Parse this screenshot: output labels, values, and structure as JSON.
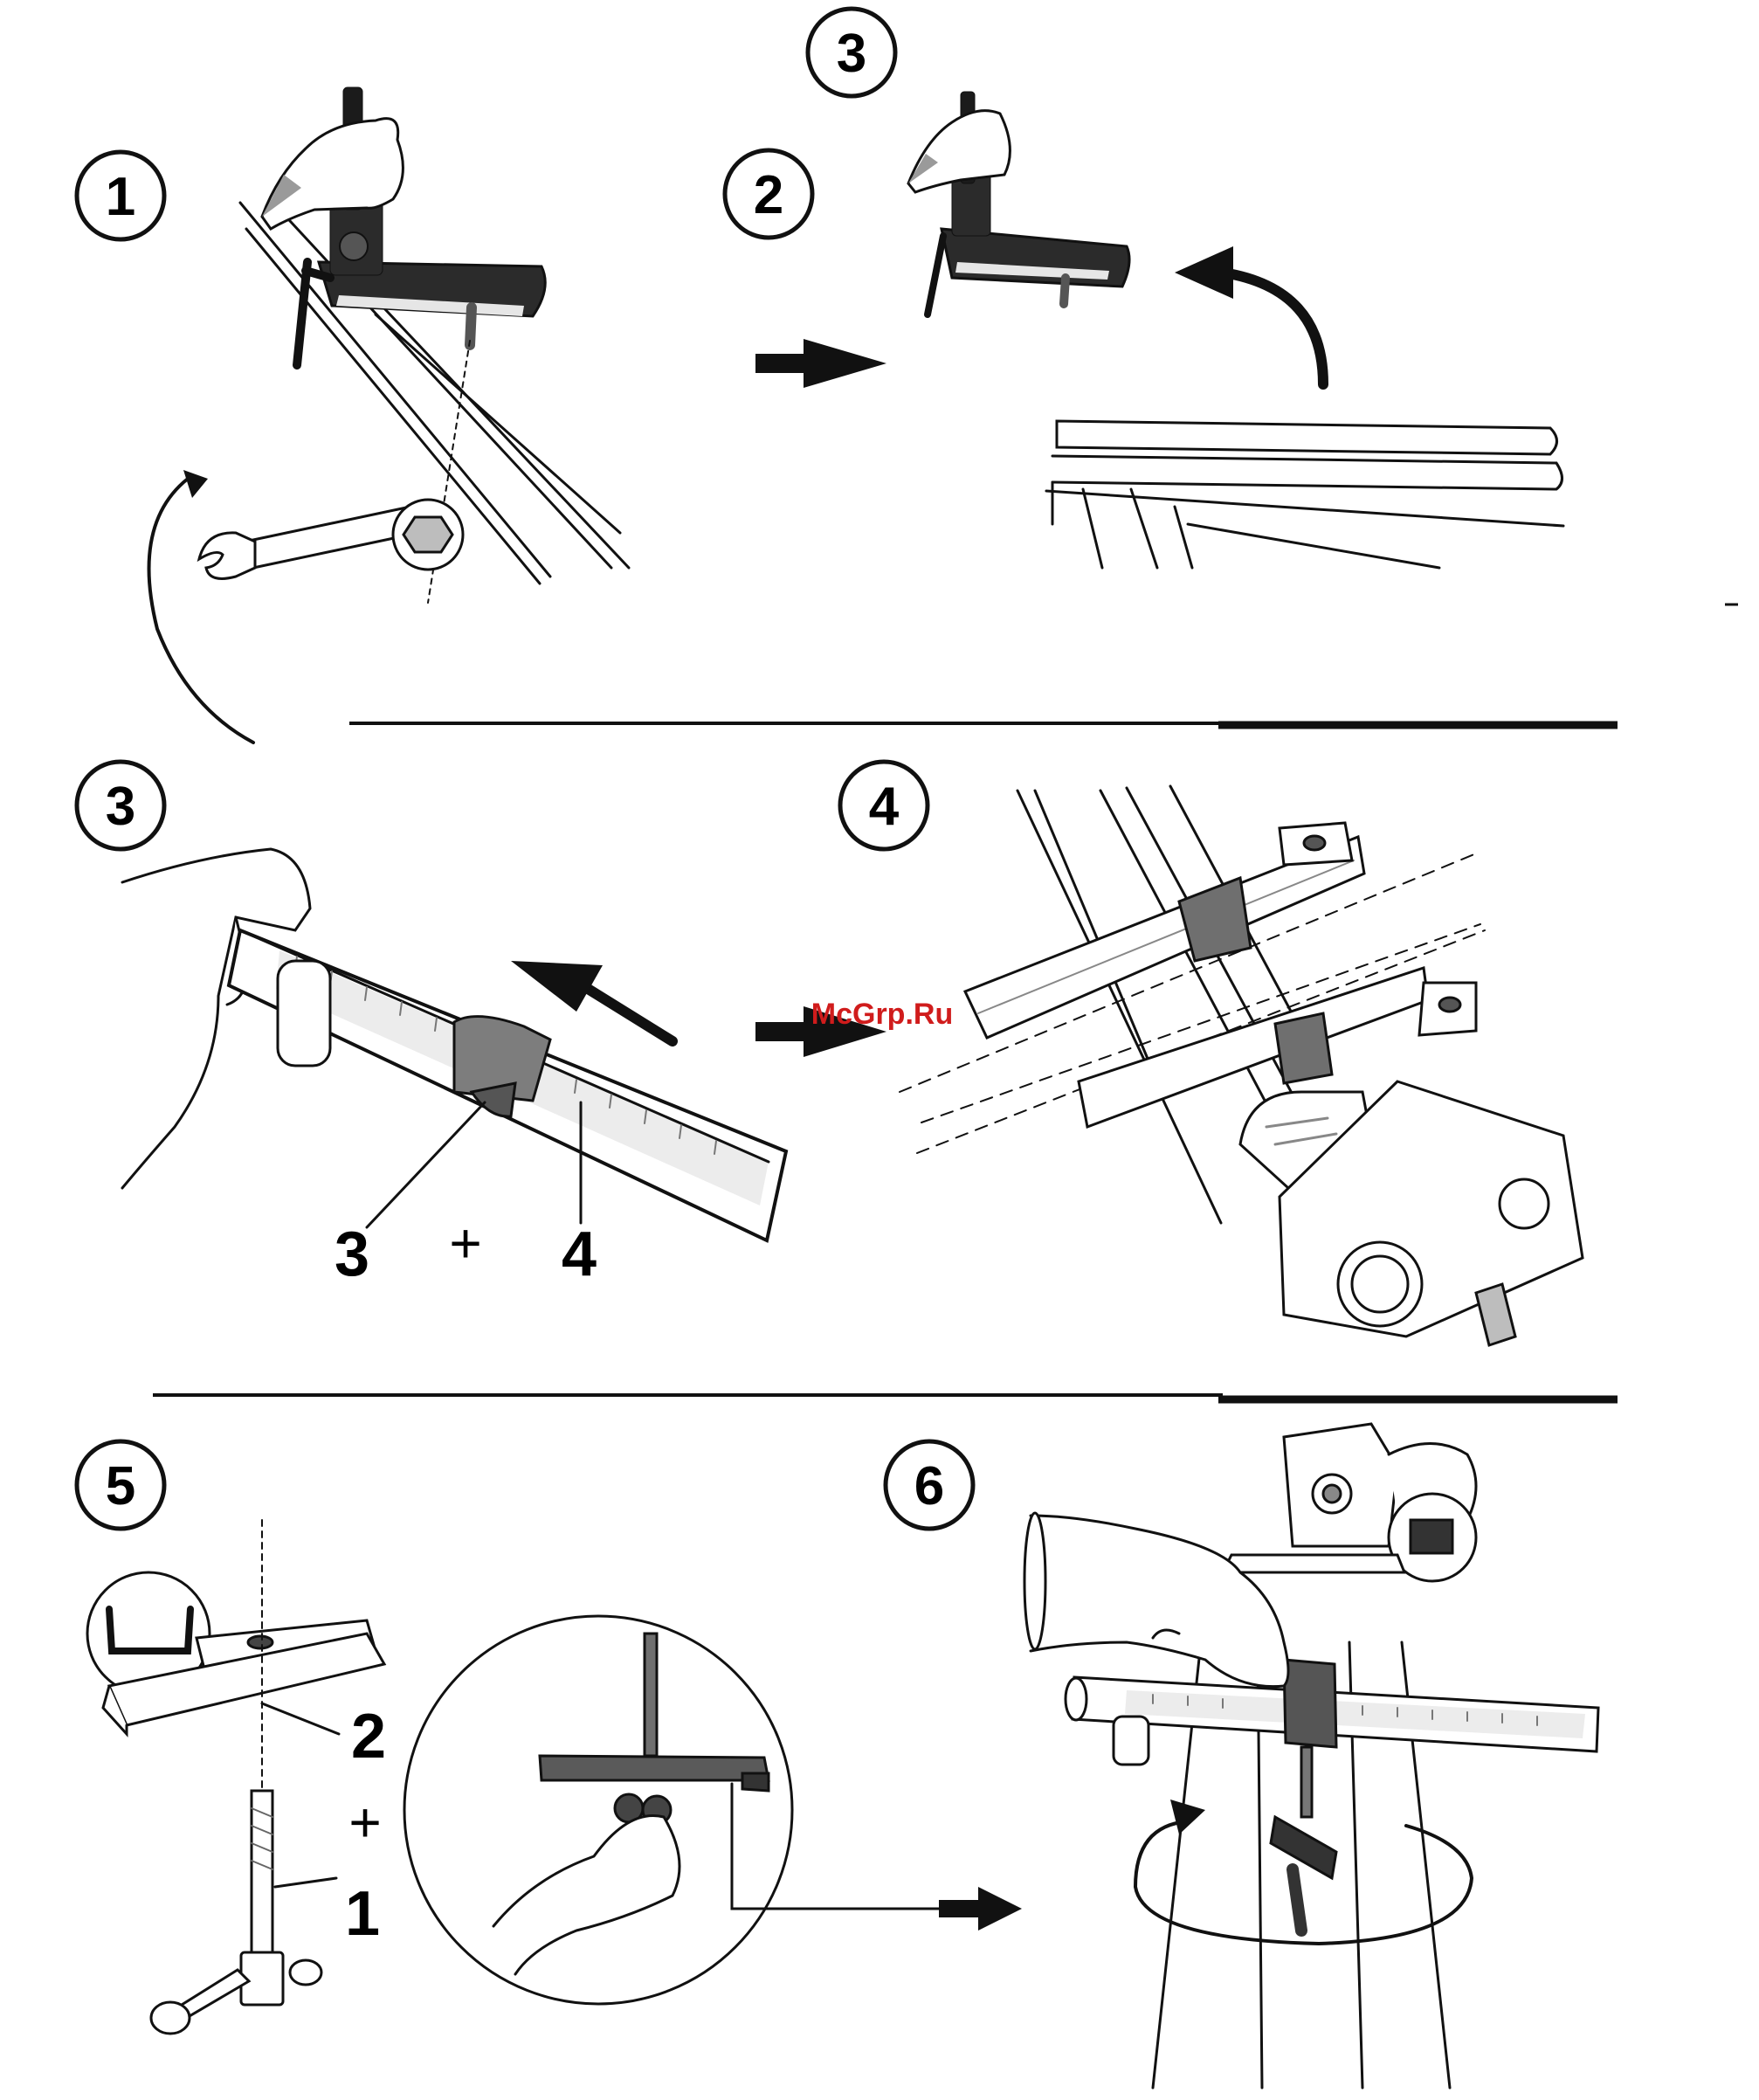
{
  "steps": {
    "s1": "1",
    "s2": "2",
    "s3_top": "3",
    "s3": "3",
    "s4": "4",
    "s5": "5",
    "s6": "6"
  },
  "panel3_labels": {
    "left": "3",
    "plus": "+",
    "right": "4"
  },
  "panel5_labels": {
    "part2": "2",
    "plus": "+",
    "part1": "1"
  },
  "watermark": "McGrp.Ru",
  "colors": {
    "ink": "#111111",
    "dark_part": "#2b2b2b",
    "gray_part": "#6f6f6f",
    "light_part": "#e6e6e6",
    "watermark": "#d01c1c"
  }
}
